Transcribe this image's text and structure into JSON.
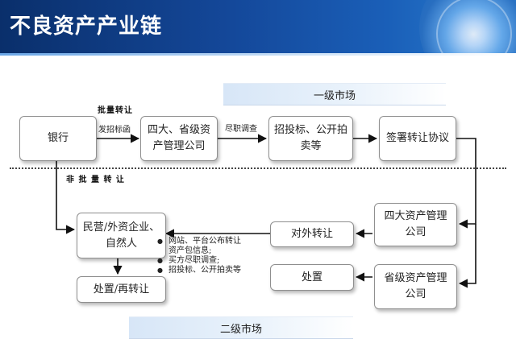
{
  "header": {
    "title": "不良资产产业链"
  },
  "markets": {
    "primary": "一级市场",
    "secondary": "二级市场"
  },
  "nodes": {
    "bank": "银行",
    "amc_top": "四大、省级资产管理公司",
    "bidding_top": "招投标、公开拍卖等",
    "agreement": "签署转让协议",
    "private": "民营/外资企业、自然人",
    "dispose_retransfer": "处置/再转让",
    "external_transfer": "对外转让",
    "disposal": "处置",
    "big4_amc": "四大资产管理公司",
    "provincial_amc": "省级资产管理公司"
  },
  "labels": {
    "batch_transfer": "批量转让",
    "invitation_letter": "发招标函",
    "due_diligence": "尽职调查",
    "non_batch_transfer": "非 批 量 转 让"
  },
  "bullets": [
    {
      "text": "网站、平台公布转让",
      "dot": true
    },
    {
      "text": "资产包信息;",
      "dot": false
    },
    {
      "text": "买方尽职调查;",
      "dot": true
    },
    {
      "text": "招投标、公开拍卖等",
      "dot": true
    }
  ],
  "colors": {
    "header_bg": "#14489a",
    "arrow": "#111111",
    "node_border": "#8f8f8f"
  }
}
